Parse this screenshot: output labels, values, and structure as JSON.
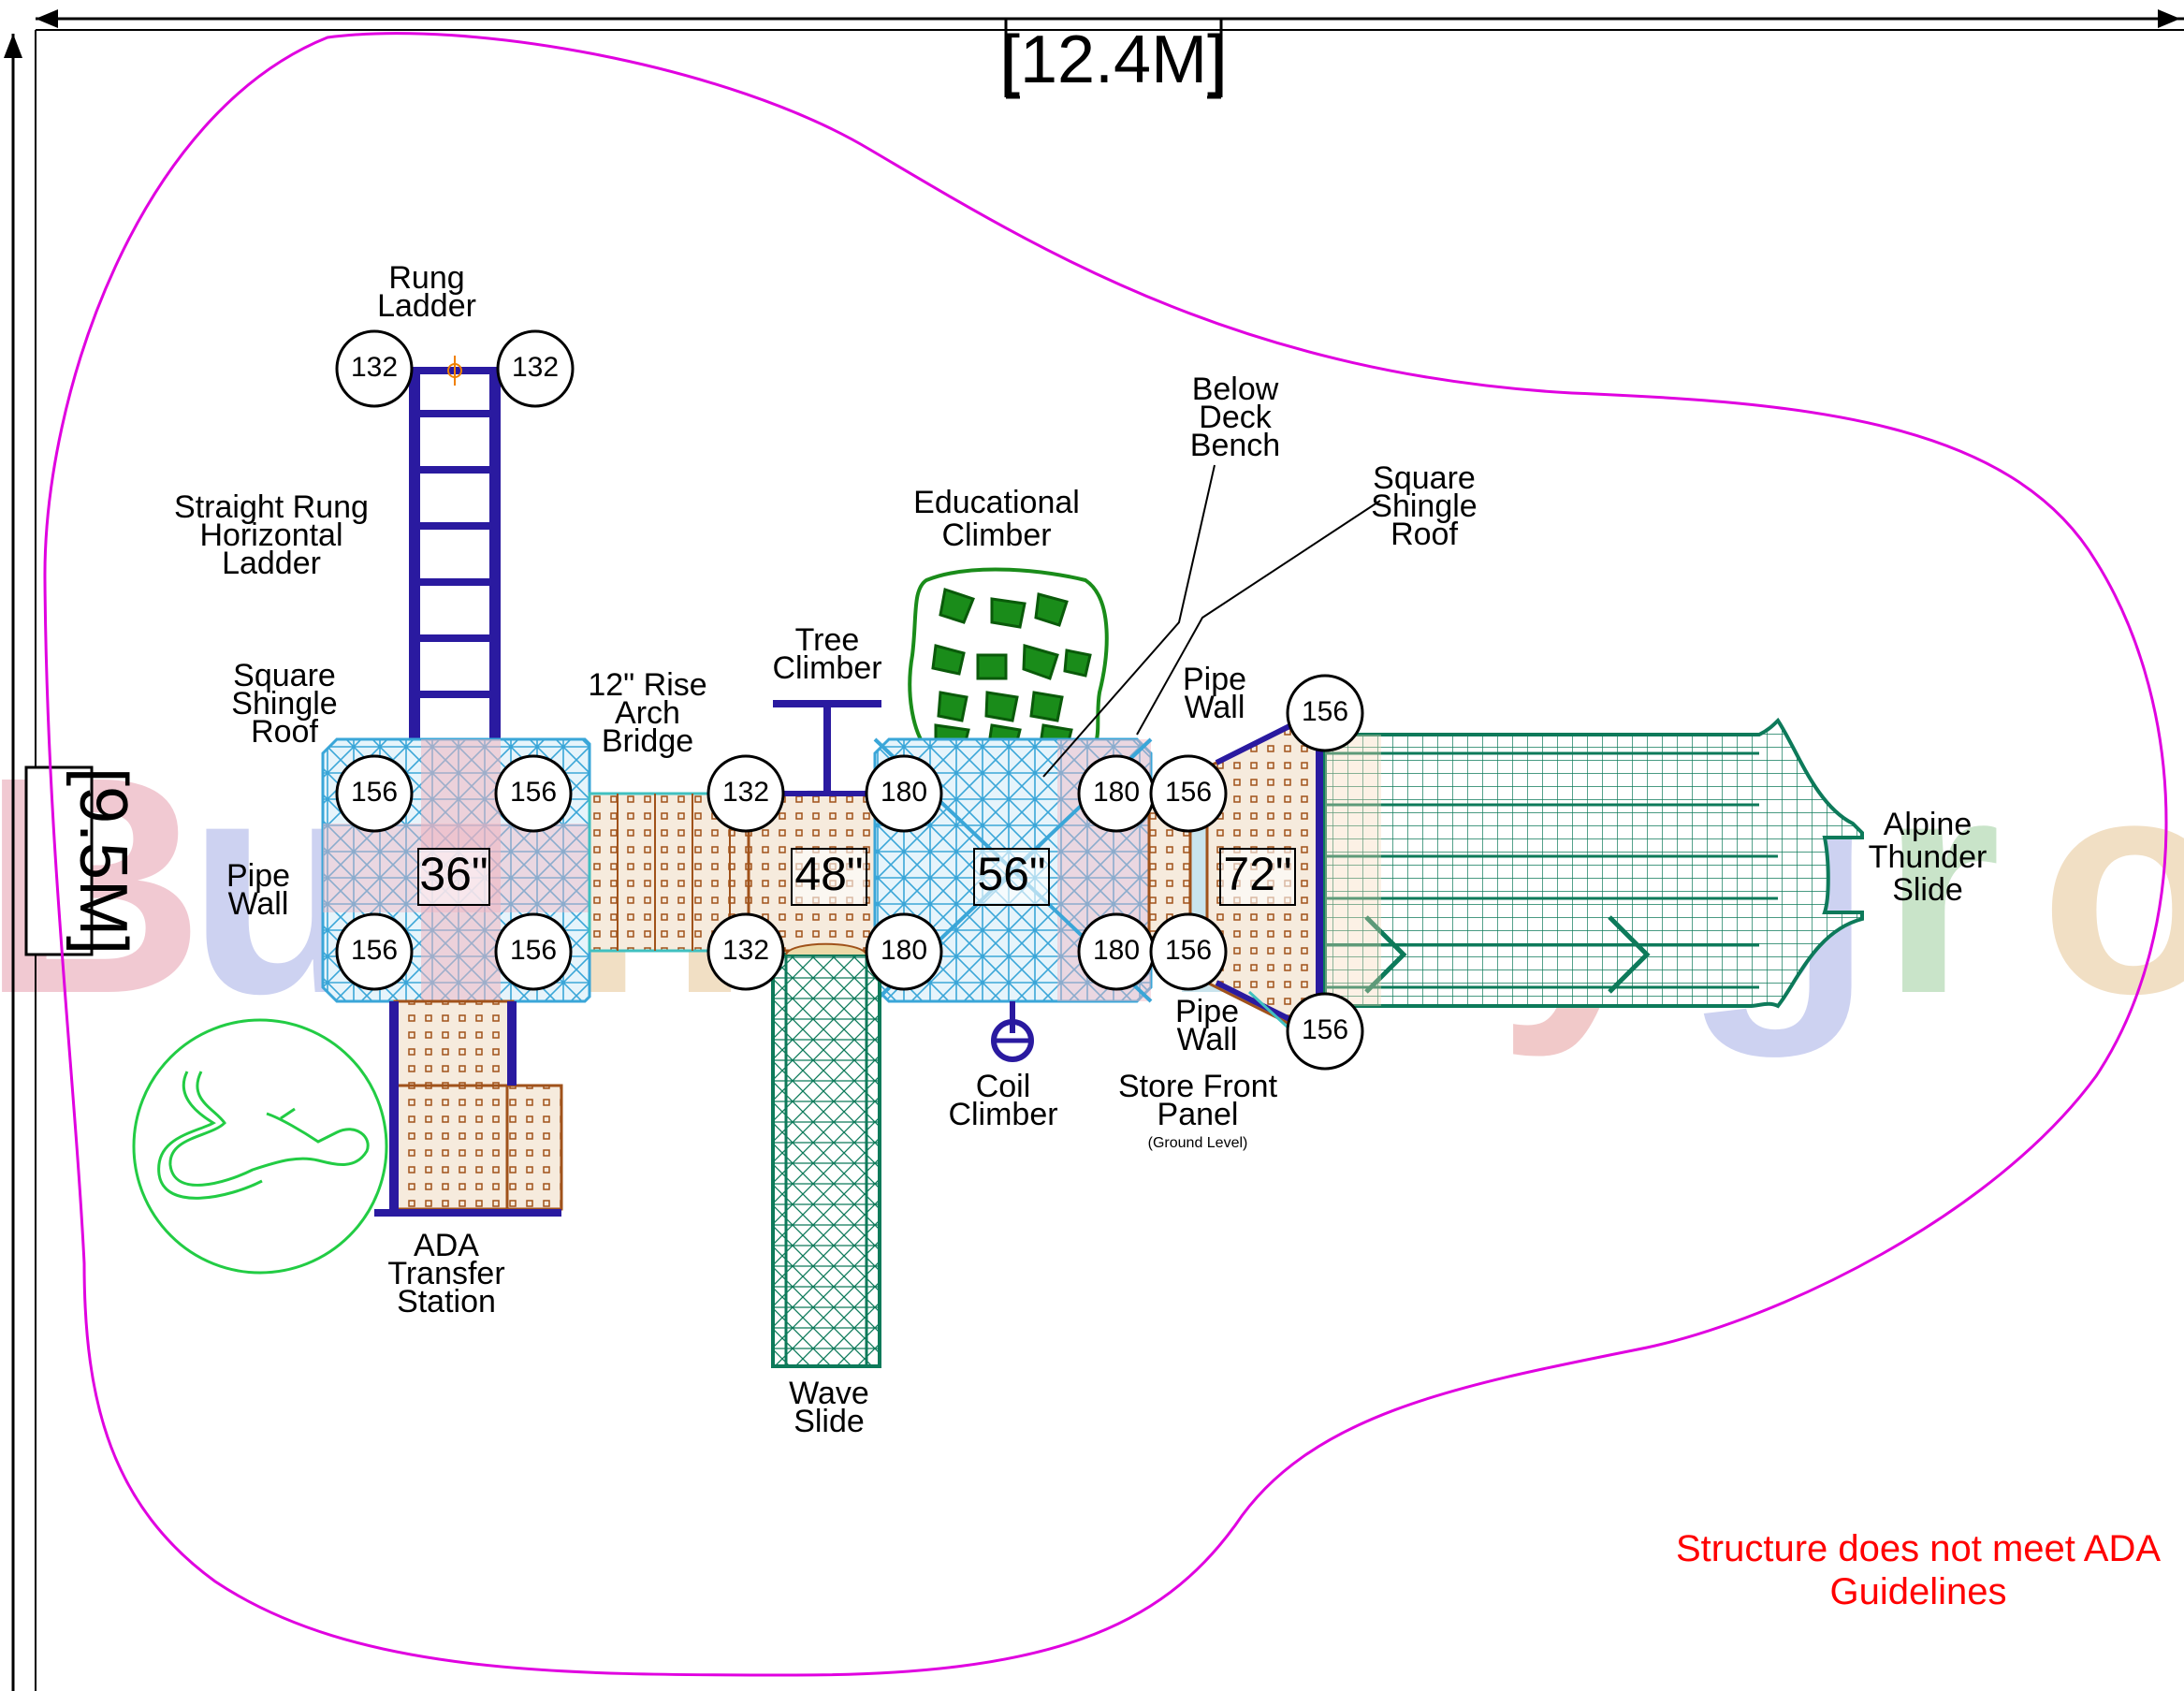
{
  "dimensions": {
    "width": "[12.4M]",
    "height": "[9.5M]"
  },
  "labels": {
    "rung_ladder": [
      "Rung",
      "Ladder"
    ],
    "horizontal_ladder": [
      "Straight Rung",
      "Horizontal",
      "Ladder"
    ],
    "square_roof_left": [
      "Square",
      "Shingle",
      "Roof"
    ],
    "pipe_wall_left": [
      "Pipe",
      "Wall"
    ],
    "arch_bridge": [
      "12\" Rise",
      "Arch",
      "Bridge"
    ],
    "tree_climber": [
      "Tree",
      "Climber"
    ],
    "educational_climber": [
      "Educational",
      "Climber"
    ],
    "below_deck_bench": [
      "Below",
      "Deck",
      "Bench"
    ],
    "square_roof_right": [
      "Square",
      "Shingle",
      "Roof"
    ],
    "pipe_wall_top": [
      "Pipe",
      "Wall"
    ],
    "pipe_wall_bottom": [
      "Pipe",
      "Wall"
    ],
    "alpine_slide": [
      "Alpine",
      "Thunder",
      "Slide"
    ],
    "coil_climber": [
      "Coil",
      "Climber"
    ],
    "store_front": [
      "Store Front",
      "Panel"
    ],
    "store_front_note": "(Ground Level)",
    "wave_slide": [
      "Wave",
      "Slide"
    ],
    "ada_station": [
      "ADA",
      "Transfer",
      "Station"
    ]
  },
  "posts": {
    "ladder_left": "132",
    "ladder_right": "132",
    "d1_tl": "156",
    "d1_tr": "156",
    "d1_bl": "156",
    "d1_br": "156",
    "d2_tl": "132",
    "d2_bl": "132",
    "d3_tl": "180",
    "d3_bl": "180",
    "d3_tr": "180",
    "d3_br": "180",
    "d4_tl": "156",
    "d4_bl": "156",
    "oct_top": "156",
    "oct_bottom": "156"
  },
  "decks": {
    "deck1": "36\"",
    "deck2": "48\"",
    "deck3": "56\"",
    "deck4": "72\""
  },
  "note": [
    "Structure does not meet ADA",
    "Guidelines"
  ],
  "watermark": "Burnt Playground",
  "colors": {
    "boundary": "#e000e0",
    "deck": "#3aa6d8",
    "ladder": "#2a1aa0",
    "bridge": "#a0521a",
    "slide": "#0d7a5a",
    "climber": "#1a8c1a",
    "ada_symbol": "#22cc44",
    "note": "#ff0000"
  }
}
